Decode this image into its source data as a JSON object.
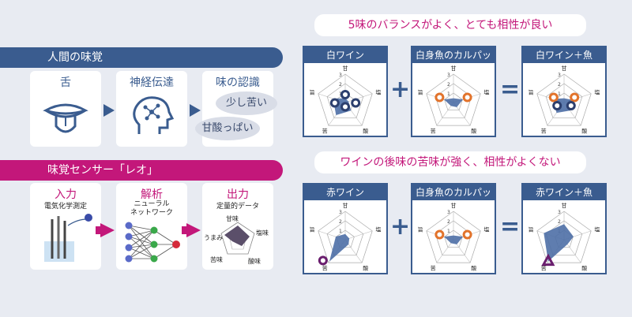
{
  "left": {
    "taste_band": "人間の味覚",
    "taste_steps": [
      {
        "label": "舌"
      },
      {
        "label": "神経伝達"
      },
      {
        "label": "味の認識"
      }
    ],
    "clouds": [
      "少し苦い",
      "甘酸っぱい"
    ],
    "sensor_band": "味覚センサー「レオ」",
    "sensor_steps": [
      {
        "title": "入力",
        "sub": "電気化学測定"
      },
      {
        "title": "解析",
        "sub": "ニューラル\nネットワーク"
      },
      {
        "title": "出力",
        "sub": "定量的データ"
      }
    ],
    "output_axes": [
      "甘味",
      "塩味",
      "酸味",
      "苦味",
      "うまみ"
    ]
  },
  "right": {
    "headline_top": "5味のバランスがよく、とても相性が良い",
    "headline_bottom": "ワインの後味の苦味が強く、相性がよくない",
    "top_panels": [
      "白ワイン",
      "白身魚のカルパッチョ",
      "白ワイン＋魚"
    ],
    "bottom_panels": [
      "赤ワイン",
      "白身魚のカルパッチョ",
      "赤ワイン＋魚"
    ],
    "radar_axes": [
      "甘",
      "塩",
      "酸",
      "苦",
      "旨"
    ],
    "radar_ticks": [
      "1",
      "2",
      "3"
    ],
    "operators": {
      "plus": "+",
      "equals": "="
    }
  },
  "colors": {
    "navy": "#3a5c8f",
    "magenta": "#c3177a",
    "orange": "#e2732b",
    "purple": "#6a1e6e",
    "fill": "#4e6fa6"
  }
}
